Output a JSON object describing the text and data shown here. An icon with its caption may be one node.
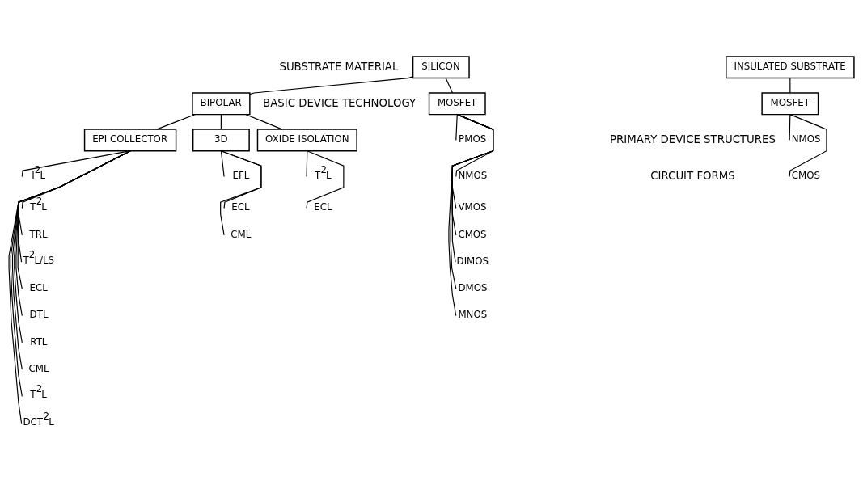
{
  "diagram": {
    "nodes": [
      {
        "text": [
          "SILICON"
        ]
      },
      {
        "text": [
          "INSULATED SUBSTRATE"
        ]
      },
      {
        "text": [
          "BIPOLAR"
        ]
      },
      {
        "text": [
          "MOSFET"
        ]
      },
      {
        "text": [
          "MOSFET"
        ]
      },
      {
        "text": [
          "EPI COLLECTOR"
        ]
      },
      {
        "text": [
          "3D"
        ]
      },
      {
        "text": [
          "OXIDE ISOLATION"
        ]
      },
      {
        "text": [
          "I$^{2}$L"
        ]
      },
      {
        "text": [
          "T$^{2}$L"
        ]
      },
      {
        "text": [
          "TRL"
        ]
      },
      {
        "text": [
          "T$^{2}$L/LS"
        ]
      },
      {
        "text": [
          "ECL"
        ]
      },
      {
        "text": [
          "DTL"
        ]
      },
      {
        "text": [
          "RTL"
        ]
      },
      {
        "text": [
          "CML"
        ]
      },
      {
        "text": [
          "T$^{2}$L"
        ]
      },
      {
        "text": [
          "DCT$^{2}$L"
        ]
      },
      {
        "text": [
          "EFL"
        ]
      },
      {
        "text": [
          "ECL"
        ]
      },
      {
        "text": [
          "CML"
        ]
      },
      {
        "text": [
          "T$^{2}$L"
        ]
      },
      {
        "text": [
          "ECL"
        ]
      },
      {
        "text": [
          "PMOS"
        ]
      },
      {
        "text": [
          "NMOS"
        ]
      },
      {
        "text": [
          "VMOS"
        ]
      },
      {
        "text": [
          "CMOS"
        ]
      },
      {
        "text": [
          "DIMOS"
        ]
      },
      {
        "text": [
          "DMOS"
        ]
      },
      {
        "text": [
          "MNOS"
        ]
      },
      {
        "text": [
          "NMOS"
        ]
      },
      {
        "text": [
          "CMOS"
        ]
      }
    ],
    "edges": [
      {
        "from": 0,
        "to": 2,
        "arrow": "none"
      },
      {
        "from": 0,
        "to": 3,
        "arrow": "none"
      },
      {
        "from": 1,
        "to": 4,
        "arrow": "none"
      },
      {
        "from": 2,
        "to": 5,
        "arrow": "none"
      },
      {
        "from": 2,
        "to": 6,
        "arrow": "none"
      },
      {
        "from": 2,
        "to": 7,
        "arrow": "none"
      },
      {
        "from": 5,
        "to": 8,
        "arrow": "none"
      },
      {
        "from": 5,
        "to": 9,
        "arrow": "none"
      },
      {
        "from": 5,
        "to": 10,
        "arrow": "none"
      },
      {
        "from": 5,
        "to": 11,
        "arrow": "none"
      },
      {
        "from": 5,
        "to": 12,
        "arrow": "none"
      },
      {
        "from": 5,
        "to": 13,
        "arrow": "none"
      },
      {
        "from": 5,
        "to": 14,
        "arrow": "none"
      },
      {
        "from": 5,
        "to": 15,
        "arrow": "none"
      },
      {
        "from": 5,
        "to": 16,
        "arrow": "none"
      },
      {
        "from": 5,
        "to": 17,
        "arrow": "none"
      },
      {
        "from": 6,
        "to": 18,
        "arrow": "none"
      },
      {
        "from": 6,
        "to": 19,
        "arrow": "none"
      },
      {
        "from": 6,
        "to": 20,
        "arrow": "none"
      },
      {
        "from": 7,
        "to": 21,
        "arrow": "none"
      },
      {
        "from": 7,
        "to": 22,
        "arrow": "none"
      },
      {
        "from": 3,
        "to": 23,
        "arrow": "none"
      },
      {
        "from": 3,
        "to": 24,
        "arrow": "none"
      },
      {
        "from": 3,
        "to": 25,
        "arrow": "none"
      },
      {
        "from": 3,
        "to": 26,
        "arrow": "none"
      },
      {
        "from": 3,
        "to": 27,
        "arrow": "none"
      },
      {
        "from": 3,
        "to": 28,
        "arrow": "none"
      },
      {
        "from": 3,
        "to": 29,
        "arrow": "none"
      },
      {
        "from": 4,
        "to": 30,
        "arrow": "none"
      },
      {
        "from": 4,
        "to": 31,
        "arrow": "none"
      }
    ],
    "labels": [
      "SUBSTRATE MATERIAL",
      "BASIC DEVICE TECHNOLOGY",
      "PRIMARY DEVICE STRUCTURES",
      "CIRCUIT FORMS"
    ]
  }
}
